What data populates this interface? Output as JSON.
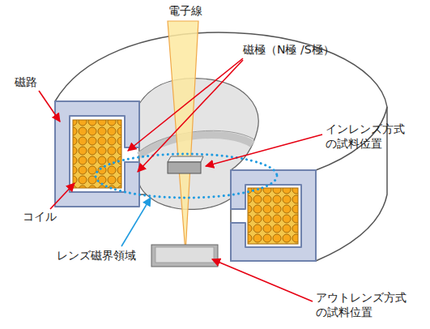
{
  "diagram": {
    "labels": [
      "電子線",
      "磁極（N極 /S極）",
      "磁路",
      "インレンズ方式 の試料位置",
      "コイル",
      "レンズ磁界領域",
      "アウトレンズ方式 の試料位置"
    ]
  }
}
